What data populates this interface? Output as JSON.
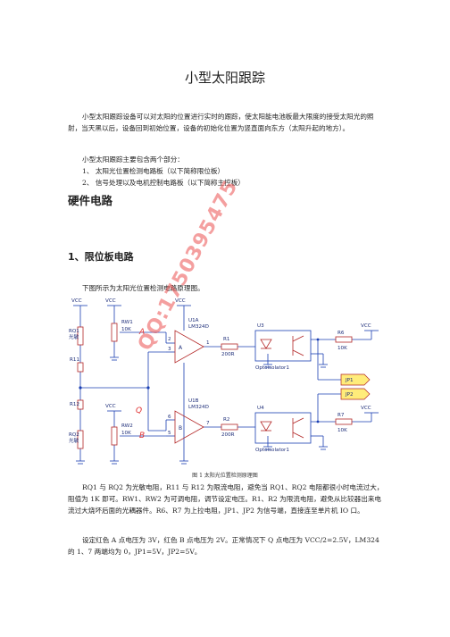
{
  "title": "小型太阳跟踪",
  "intro": "小型太阳跟踪设备可以对太阳的位置进行实时的跟踪，使太阳能电池板最大限度的接受太阳光的照射，当天黑以后，设备回到初始位置，设备的初始化位置为竖直面向东方（太阳升起的地方）。",
  "parts_intro": "小型太阳跟踪主要包含两个部分：",
  "parts": [
    "1、 太阳光位置检测电路板（以下简称限位板）",
    "2、 信号处理以及电机控制电路板（以下简称主控板）"
  ],
  "section_title": "硬件电路",
  "subsection_title": "1、限位板电路",
  "figure_intro": "下图所示为太阳光位置检测电路原理图。",
  "figure_caption": "图 1  太阳光位置检测原理图",
  "desc1": "RQ1 与 RQ2 为光敏电阻，R11 与 R12 为限流电阻，避免当 RQ1、RQ2 电阻都很小时电流过大，阻值为 1K 即可。RW1、RW2 为可调电阻，调节设定电压。R1、R2 为限流电阻，避免从比较器出来电流过大烧坏后面的光耦器件。R6、R7 为上拉电阻，JP1、JP2 为信号端，直接连至单片机 IO 口。",
  "desc2": "设定红色 A 点电压为 3V，红色 B 点电压为 2V。正常情况下 Q 点电压为 VCC/2=2.5V，LM324 的 1、7 两端均为 0，JP1=5V，JP2=5V。",
  "watermark": "QQ:1750395475",
  "schematic": {
    "vcc": "VCC",
    "rq1": "RQ1",
    "rq1_type": "光敏",
    "rq2": "RQ2",
    "rq2_type": "光敏",
    "rw1": "RW1",
    "rw1_val": "10K",
    "rw2": "RW2",
    "rw2_val": "10K",
    "r11": "R11",
    "r12": "R12",
    "u1a": "U1A",
    "u1b": "U1B",
    "lm": "LM324D",
    "r1": "R1",
    "r2": "R2",
    "r_val": "200R",
    "u3": "U3",
    "u4": "U4",
    "opto": "Optoisolator1",
    "r6": "R6",
    "r7": "R7",
    "r67_val": "10K",
    "jp1": "JP1",
    "jp2": "JP2",
    "pt_a": "A",
    "pt_b": "B",
    "pt_q": "Q",
    "pin2": "2",
    "pin3": "3",
    "pin1": "1",
    "pin6": "6",
    "pin5": "5",
    "pin7": "7"
  },
  "colors": {
    "wire": "#1a3fb3",
    "component": "#b32626",
    "label": "#1f2f7a",
    "highlight": "#e03030",
    "jp_fill": "#ffec7a"
  }
}
